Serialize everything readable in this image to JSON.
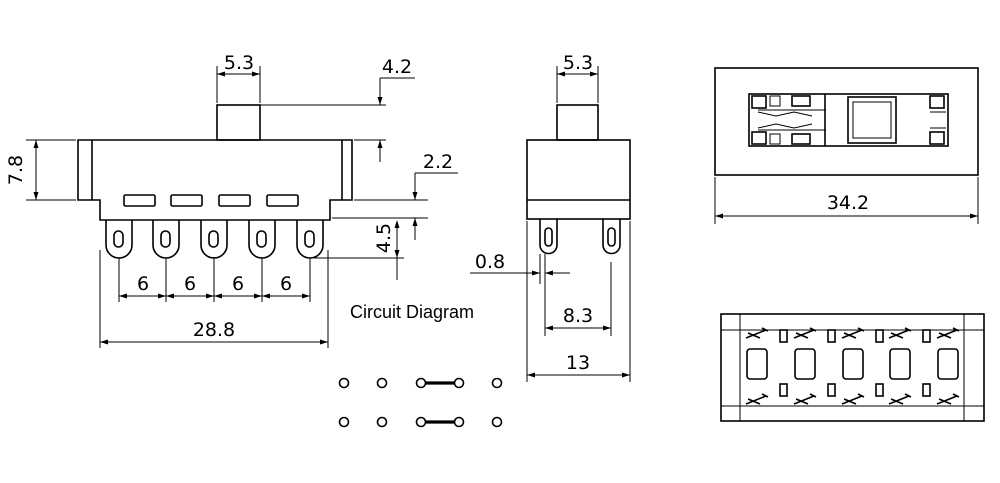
{
  "front_view": {
    "dims": {
      "actuator_width": "5.3",
      "actuator_height": "4.2",
      "body_height": "7.8",
      "offset": "2.2",
      "pin_length": "4.5",
      "pitch_1": "6",
      "pitch_2": "6",
      "pitch_3": "6",
      "pitch_4": "6",
      "overall_width": "28.8"
    }
  },
  "side_view": {
    "dims": {
      "actuator_width": "5.3",
      "pin_thickness": "0.8",
      "pin_spacing": "8.3",
      "overall_depth": "13"
    }
  },
  "top_view": {
    "dims": {
      "overall_length": "34.2"
    }
  },
  "circuit": {
    "title": "Circuit Diagram"
  }
}
